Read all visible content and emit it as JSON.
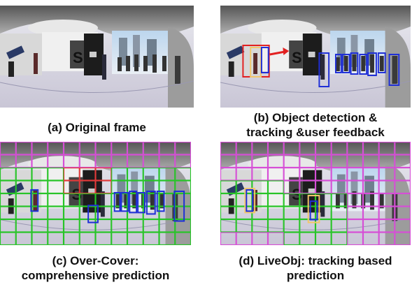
{
  "panels": [
    {
      "id": "a",
      "caption_lines": [
        "(a) Original frame"
      ]
    },
    {
      "id": "b",
      "caption_lines": [
        "(b) Object detection &",
        "tracking &user feedback"
      ]
    },
    {
      "id": "c",
      "caption_lines": [
        "(c) Over-Cover:",
        "comprehensive prediction"
      ]
    },
    {
      "id": "d",
      "caption_lines": [
        "(d) LiveObj: tracking based",
        "prediction"
      ]
    }
  ],
  "colors": {
    "detection_box": "#1f2fd6",
    "tracked_box": "#f2c76b",
    "feedback_box": "#e22020",
    "grid_pink": "#d64fd6",
    "grid_green": "#27c427",
    "grid_red": "#e03a3a"
  }
}
